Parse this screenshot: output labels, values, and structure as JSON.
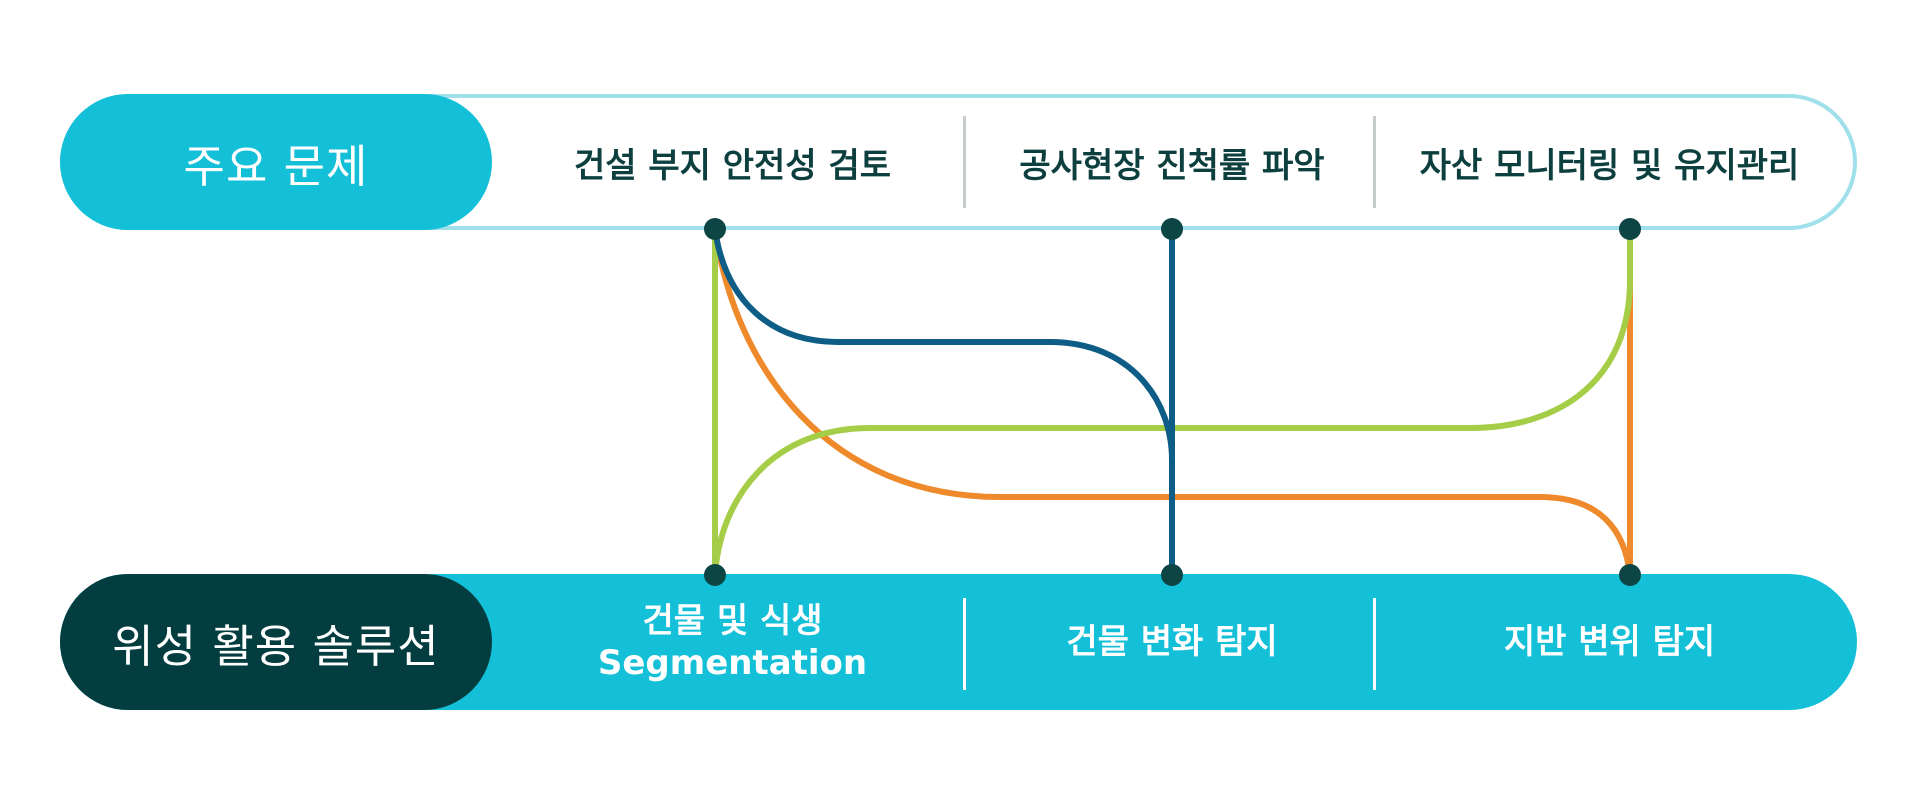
{
  "problems": {
    "header": "주요 문제",
    "items": [
      {
        "label": "건설 부지 안전성 검토"
      },
      {
        "label": "공사현장 진척률 파악"
      },
      {
        "label": "자산 모니터링 및 유지관리"
      }
    ]
  },
  "solutions": {
    "header": "위성 활용 솔루션",
    "items": [
      {
        "line1": "건물 및 식생",
        "line2": "Segmentation"
      },
      {
        "line1": "건물 변화 탐지",
        "line2": ""
      },
      {
        "line1": "지반 변위 탐지",
        "line2": ""
      }
    ]
  },
  "connections": [
    {
      "from": "건설 부지 안전성 검토",
      "to": "건물 및 식생 Segmentation",
      "color": "#a5cd47"
    },
    {
      "from": "건설 부지 안전성 검토",
      "to": "건물 변화 탐지",
      "color": "#0d5d86"
    },
    {
      "from": "건설 부지 안전성 검토",
      "to": "지반 변위 탐지",
      "color": "#ef8a2c"
    },
    {
      "from": "공사현장 진척률 파악",
      "to": "건물 변화 탐지",
      "color": "#0d5d86"
    },
    {
      "from": "자산 모니터링 및 유지관리",
      "to": "건물 및 식생 Segmentation",
      "color": "#a5cd47"
    },
    {
      "from": "자산 모니터링 및 유지관리",
      "to": "지반 변위 탐지",
      "color": "#ef8a2c"
    }
  ],
  "colors": {
    "accent_cyan": "#14bfd8",
    "outline_cyan": "#9fe0ea",
    "dark_teal": "#033d3f",
    "navy": "#0d5d86",
    "green": "#a5cd47",
    "orange": "#ef8a2c",
    "node_fill": "#0d4545",
    "problem_text": "#0d3f3f"
  }
}
